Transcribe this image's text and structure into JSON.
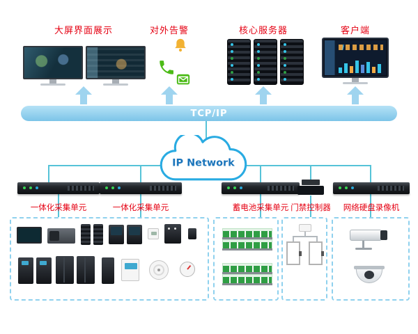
{
  "top_groups": [
    {
      "label": "大屏界面展示"
    },
    {
      "label": "对外告警"
    },
    {
      "label": "核心服务器"
    },
    {
      "label": "客户端"
    }
  ],
  "bus": {
    "label": "TCP/IP"
  },
  "network": {
    "label": "IP Network"
  },
  "devices": [
    {
      "label": "一体化采集单元"
    },
    {
      "label": "一体化采集单元"
    },
    {
      "label": "蓄电池采集单元"
    },
    {
      "label": "门禁控制器"
    },
    {
      "label": "网络硬盘录像机"
    }
  ],
  "colors": {
    "label_red": "#e50012",
    "bus_fill": "#7cc4e8",
    "arrow_fill": "#9fd4ef",
    "line_teal": "#56c3d8",
    "cloud_border": "#29abe2",
    "cloud_text": "#1b75bb",
    "zone_dashed_border": "#8fd1ee",
    "battery_green": "#2f9e44"
  },
  "icons": {
    "alarm_bell": "bell-icon",
    "phone": "telephone-handset-icon",
    "sms": "message-envelope-icon",
    "cloud": "network-cloud-icon",
    "up_arrow": "upward-arrow-icon"
  },
  "zone_icons": {
    "equipment_room": [
      "led-display",
      "generator",
      "precision-ac",
      "precision-ac",
      "monitor",
      "monitor",
      "thermostat",
      "distribution-box",
      "sensor",
      "ups",
      "ups",
      "battery-cabinet",
      "server-cabinet",
      "tower-server",
      "power-meter",
      "smoke-detector",
      "pressure-gauge"
    ],
    "battery_room": [
      "battery-bank",
      "battery-bank"
    ],
    "access_control": [
      "controller",
      "door-frame",
      "door-frame"
    ],
    "video": [
      "bullet-camera",
      "dome-camera"
    ]
  }
}
